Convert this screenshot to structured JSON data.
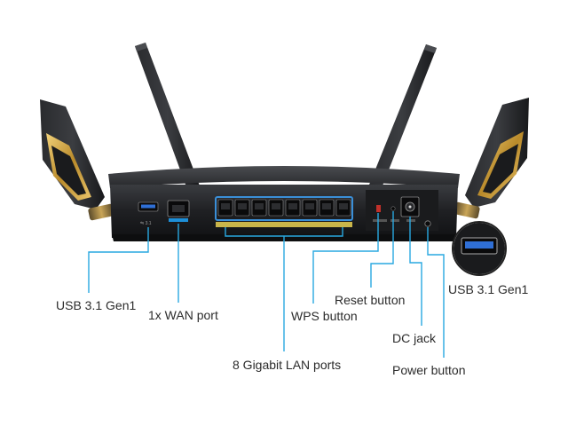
{
  "diagram": {
    "callouts": {
      "usb_left": "USB 3.1 Gen1",
      "wan": "1x WAN port",
      "wps": "WPS button",
      "lan": "8 Gigabit LAN ports",
      "reset": "Reset button",
      "dc": "DC jack",
      "power": "Power button",
      "usb_right": "USB 3.1 Gen1"
    },
    "colors": {
      "leader_line": "#29a8e0",
      "router_body": "#1e1f22",
      "antenna_accent": "#c9a23a",
      "port_highlight": "#3a8fd8"
    }
  }
}
